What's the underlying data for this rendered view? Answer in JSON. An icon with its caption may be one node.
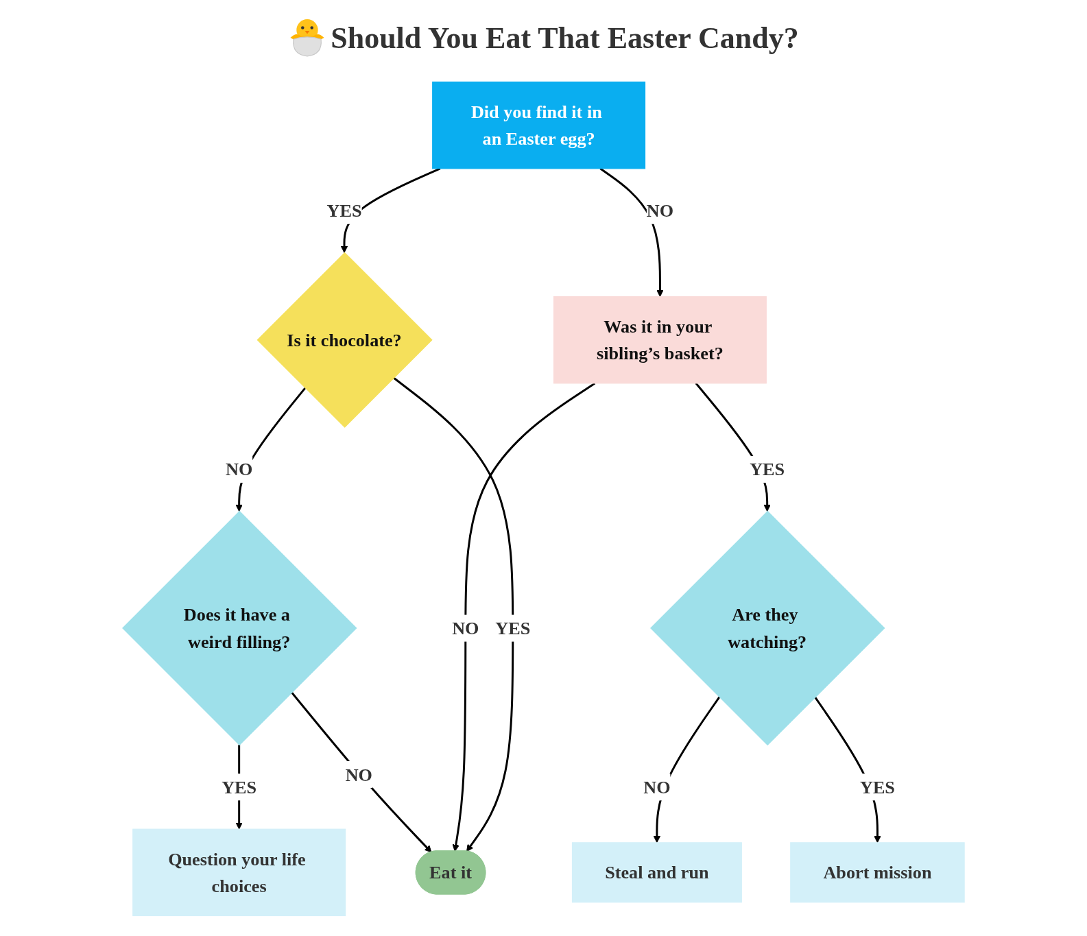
{
  "diagram": {
    "title": "Should You Eat That Easter Candy?",
    "nodes": [
      {
        "text": [
          "Did you find it in an Easter egg?"
        ]
      },
      {
        "text": [
          "Is it chocolate?"
        ]
      },
      {
        "text": [
          "Was it in your sibling’s basket?"
        ]
      },
      {
        "text": [
          "Are they watching?"
        ]
      },
      {
        "text": [
          "Does it have a weird filling?"
        ]
      },
      {
        "text": [
          "Steal and run"
        ]
      },
      {
        "text": [
          "Abort mission"
        ]
      },
      {
        "text": [
          "Question your life choices"
        ]
      },
      {
        "text": [
          "Eat it"
        ]
      }
    ],
    "edges": [
      {
        "from": 0,
        "to": 1,
        "arrow": "to",
        "label": "YES"
      },
      {
        "from": 0,
        "to": 2,
        "arrow": "to",
        "label": "NO"
      },
      {
        "from": 1,
        "to": 4,
        "arrow": "to",
        "label": "NO"
      },
      {
        "from": 1,
        "to": 8,
        "arrow": "to",
        "label": "YES"
      },
      {
        "from": 2,
        "to": 3,
        "arrow": "to",
        "label": "YES"
      },
      {
        "from": 2,
        "to": 8,
        "arrow": "to",
        "label": "NO"
      },
      {
        "from": 3,
        "to": 5,
        "arrow": "to",
        "label": "NO"
      },
      {
        "from": 3,
        "to": 6,
        "arrow": "to",
        "label": "YES"
      },
      {
        "from": 4,
        "to": 7,
        "arrow": "to",
        "label": "YES"
      },
      {
        "from": 4,
        "to": 8,
        "arrow": "to",
        "label": "NO"
      }
    ]
  }
}
